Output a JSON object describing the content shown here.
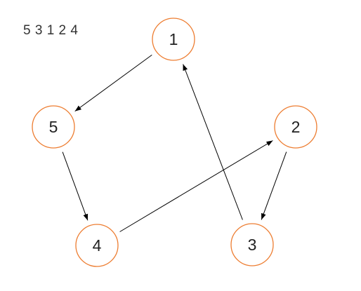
{
  "caption": "5 3 1 2 4",
  "style": {
    "node_stroke": "#ED7D31",
    "edge_color": "#000000"
  },
  "nodes": [
    {
      "id": "1",
      "label": "1"
    },
    {
      "id": "2",
      "label": "2"
    },
    {
      "id": "3",
      "label": "3"
    },
    {
      "id": "4",
      "label": "4"
    },
    {
      "id": "5",
      "label": "5"
    }
  ],
  "edges": [
    {
      "from": "1",
      "to": "5"
    },
    {
      "from": "5",
      "to": "4"
    },
    {
      "from": "4",
      "to": "2"
    },
    {
      "from": "2",
      "to": "3"
    },
    {
      "from": "3",
      "to": "1"
    }
  ]
}
